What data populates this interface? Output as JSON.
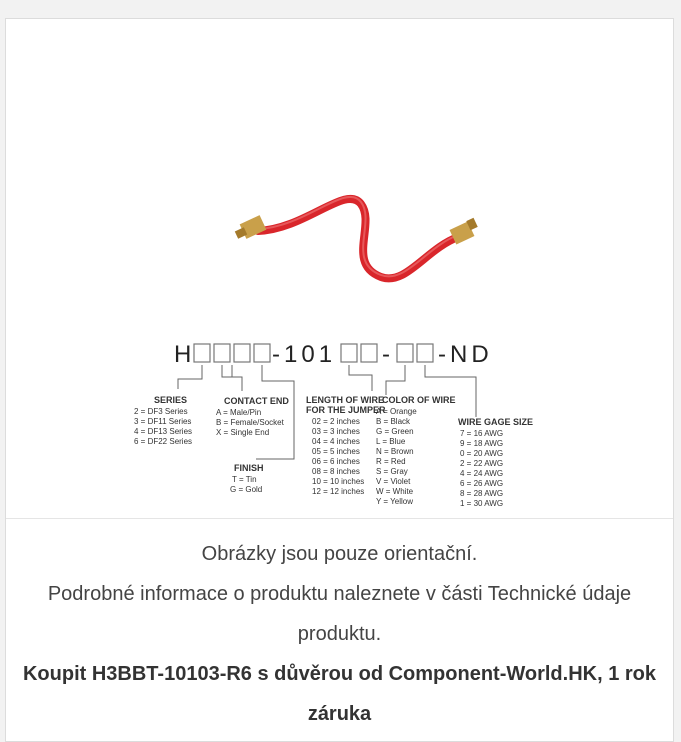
{
  "image": {
    "code": "H□□□□-101□□-□□-ND",
    "code_parts": {
      "prefix": "H",
      "mid": "-101",
      "dash": "-",
      "suffix": "-ND"
    },
    "series": {
      "title": "SERIES",
      "items": [
        "2 = DF3 Series",
        "3 = DF11 Series",
        "4 = DF13 Series",
        "6 = DF22 Series"
      ]
    },
    "contact_end": {
      "title": "CONTACT END",
      "items": [
        "A = Male/Pin",
        "B = Female/Socket",
        "X = Single End"
      ]
    },
    "finish": {
      "title": "FINISH",
      "items": [
        "T = Tin",
        "G = Gold"
      ]
    },
    "length": {
      "title_line1": "LENGTH OF WIRE",
      "title_line2": "FOR THE JUMPER",
      "items": [
        "02 = 2 inches",
        "03 = 3 inches",
        "04 = 4 inches",
        "05 = 5 inches",
        "06 = 6 inches",
        "08 = 8 inches",
        "10 = 10 inches",
        "12 = 12 inches"
      ]
    },
    "color": {
      "title": "COLOR OF WIRE",
      "items": [
        "A = Orange",
        "B = Black",
        "G = Green",
        "L = Blue",
        "N = Brown",
        "R = Red",
        "S = Gray",
        "V = Violet",
        "W = White",
        "Y = Yellow"
      ]
    },
    "gage": {
      "title": "WIRE GAGE SIZE",
      "items": [
        "7 = 16 AWG",
        "9 = 18 AWG",
        "0 = 20 AWG",
        "2 = 22 AWG",
        "4 = 24 AWG",
        "6 = 26 AWG",
        "8 = 28 AWG",
        "1 = 30 AWG"
      ]
    }
  },
  "caption": {
    "line1": "Obrázky jsou pouze orientační.",
    "line2": "Podrobné informace o produktu naleznete v části Technické údaje produktu.",
    "line3": "Koupit H3BBT-10103-R6 s důvěrou od Component-World.HK, 1 rok záruka"
  },
  "colors": {
    "wire": "#d9262b",
    "connector": "#c9a04a",
    "text": "#333333"
  }
}
